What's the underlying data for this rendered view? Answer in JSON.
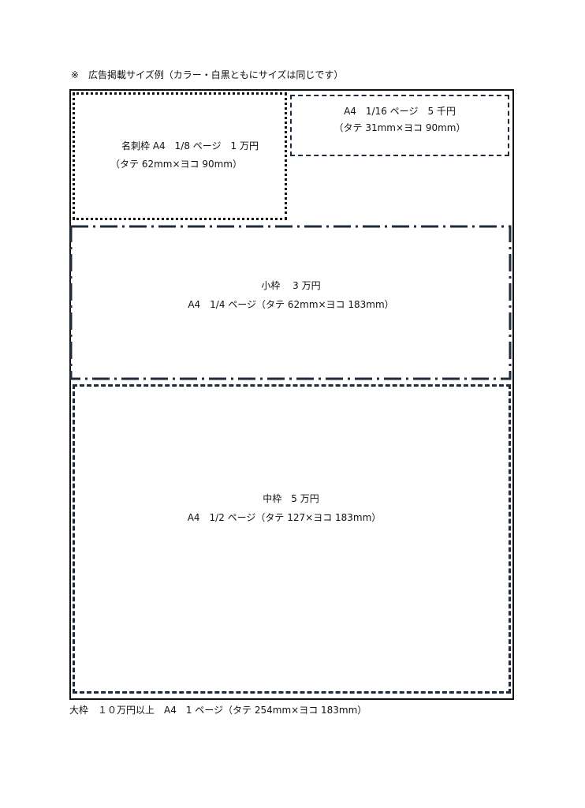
{
  "header": {
    "note": "※　広告掲載サイズ例（カラー・白黒ともにサイズは同じです）"
  },
  "boxes": {
    "meishi": {
      "line1": "名刺枠 A4　1/8 ページ　1 万円",
      "line2": "（タテ 62mm×ヨコ 90mm）"
    },
    "sixteenth": {
      "line1": "A4　1/16 ページ　5 千円",
      "line2": "（タテ 31mm×ヨコ 90mm）"
    },
    "small": {
      "line1": "小枠　 3 万円",
      "line2": "A4　1/4 ページ（タテ 62mm×ヨコ 183mm）"
    },
    "middle": {
      "line1": "中枠　5 万円",
      "line2": "A4　1/2 ページ（タテ 127×ヨコ 183mm）"
    }
  },
  "footer": {
    "large": "大枠　１０万円以上　A4　1 ページ（タテ 254mm×ヨコ 183mm）"
  }
}
